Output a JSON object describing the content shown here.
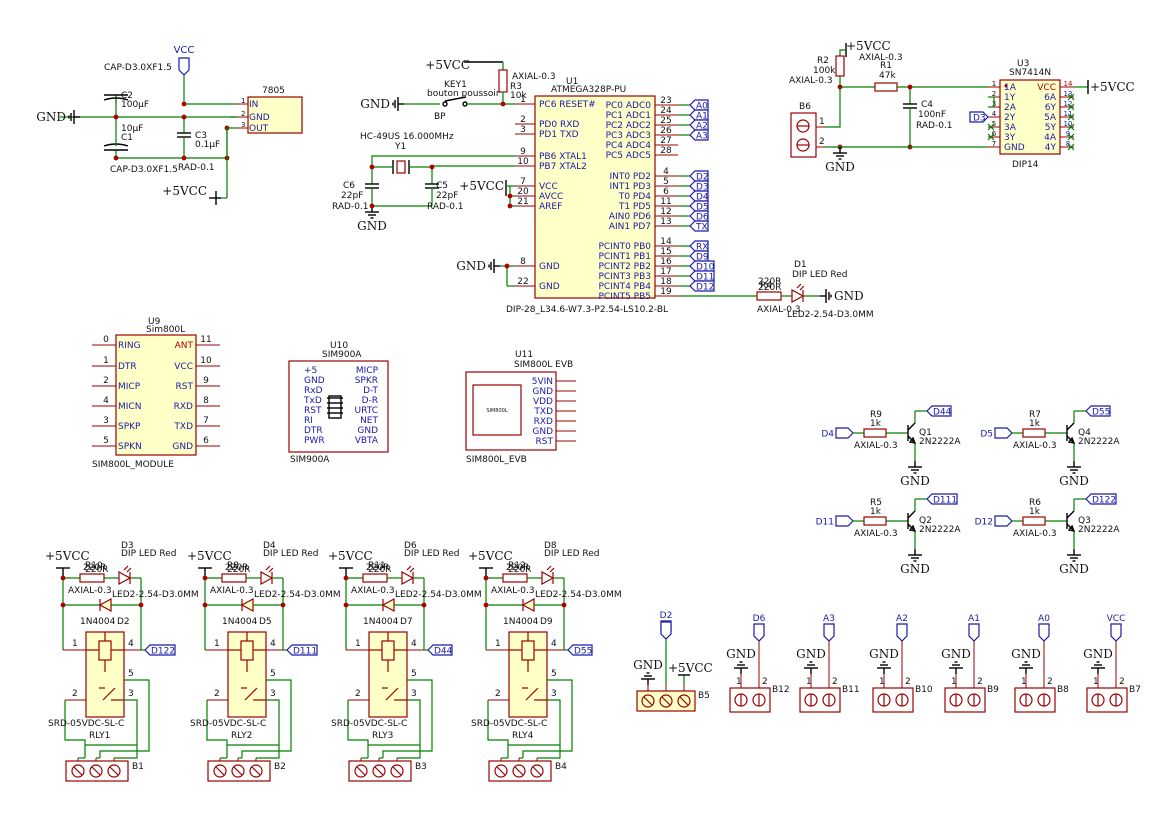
{
  "net": {
    "vcc": "VCC",
    "gnd": "GND",
    "p5": "+5VCC"
  },
  "psu": {
    "c2_ref": "C2",
    "c2_val": "100µF",
    "c1_ref": "C1",
    "c1_val": "10µF",
    "c3_ref": "C3",
    "c3_val": "0.1µF",
    "c3_fp": "RAD-0.1",
    "cap_fp": "CAP-D3.0XF1.5",
    "reg_ref": "7805",
    "reg_pins": [
      "IN",
      "GND",
      "OUT"
    ],
    "reg_nums": [
      "1",
      "2",
      "3"
    ]
  },
  "mcu": {
    "ref": "U1",
    "name": "ATMEGA328P-PU",
    "fp": "DIP-28_L34.6-W7.3-P2.54-LS10.2-BL",
    "left": [
      {
        "n": "1",
        "t": "PC6 RESET#"
      },
      {
        "n": "2",
        "t": "PD0 RXD"
      },
      {
        "n": "3",
        "t": "PD1 TXD"
      },
      {
        "n": "9",
        "t": "PB6 XTAL1"
      },
      {
        "n": "10",
        "t": "PB7 XTAL2"
      },
      {
        "n": "7",
        "t": "VCC"
      },
      {
        "n": "20",
        "t": "AVCC"
      },
      {
        "n": "21",
        "t": "AREF"
      },
      {
        "n": "8",
        "t": "GND"
      },
      {
        "n": "22",
        "t": "GND"
      }
    ],
    "right": [
      {
        "n": "23",
        "t": "PC0 ADC0",
        "net": "A0"
      },
      {
        "n": "24",
        "t": "PC1 ADC1",
        "net": "A1"
      },
      {
        "n": "25",
        "t": "PC2 ADC2",
        "net": "A2"
      },
      {
        "n": "26",
        "t": "PC3 ADC3",
        "net": "A3"
      },
      {
        "n": "27",
        "t": "PC4 ADC4",
        "net": ""
      },
      {
        "n": "28",
        "t": "PC5 ADC5",
        "net": ""
      },
      {
        "n": "4",
        "t": "INT0 PD2",
        "net": "D2"
      },
      {
        "n": "5",
        "t": "INT1 PD3",
        "net": "D3"
      },
      {
        "n": "6",
        "t": "T0 PD4",
        "net": "D4"
      },
      {
        "n": "11",
        "t": "T1 PD5",
        "net": "D5"
      },
      {
        "n": "12",
        "t": "AIN0 PD6",
        "net": "D6"
      },
      {
        "n": "13",
        "t": "AIN1 PD7",
        "net": "TX"
      },
      {
        "n": "14",
        "t": "PCINT0 PB0",
        "net": "RX"
      },
      {
        "n": "15",
        "t": "PCINT1 PB1",
        "net": "D9"
      },
      {
        "n": "16",
        "t": "PCINT2 PB2",
        "net": "D10"
      },
      {
        "n": "17",
        "t": "PCINT3 PB3",
        "net": "D11"
      },
      {
        "n": "18",
        "t": "PCINT4 PB4",
        "net": "D12"
      },
      {
        "n": "19",
        "t": "PCINT5 PB5",
        "net": ""
      }
    ],
    "key_ref": "KEY1",
    "key_val": "bouton poussoir",
    "key_lbl": "BP",
    "r3_fp": "AXIAL-0.3",
    "r3_ref": "R3",
    "r3_val": "10k",
    "y1_ref": "Y1",
    "y1_val": "HC-49US 16.000MHz",
    "c6_ref": "C6",
    "c6_val": "22pF",
    "c6_fp": "RAD-0.1",
    "c5_ref": "C5",
    "c5_val": "22pF",
    "c5_fp": "RAD-0.1",
    "r4_ref": "R4",
    "r4_val": "220R",
    "r4_fp": "AXIAL-0.3",
    "d1_ref": "D1",
    "d1_val": "DIP LED Red",
    "d1_fp": "LED2-2.54-D3.0MM"
  },
  "inv": {
    "ref": "U3",
    "name": "SN7414N",
    "fp": "DIP14",
    "r2_ref": "R2",
    "r2_val": "100k",
    "r2_fp": "AXIAL-0.3",
    "r1_ref": "R1",
    "r1_val": "47k",
    "r1_fp": "AXIAL-0.3",
    "c4_ref": "C4",
    "c4_val": "100nF",
    "c4_fp": "RAD-0.1",
    "b6_ref": "B6",
    "d3": "D3",
    "pins_l": [
      {
        "n": "1",
        "t": "1A"
      },
      {
        "n": "2",
        "t": "1Y"
      },
      {
        "n": "3",
        "t": "2A"
      },
      {
        "n": "4",
        "t": "2Y"
      },
      {
        "n": "5",
        "t": "3A"
      },
      {
        "n": "6",
        "t": "3Y"
      },
      {
        "n": "7",
        "t": "GND"
      }
    ],
    "pins_r": [
      {
        "n": "14",
        "t": "VCC"
      },
      {
        "n": "13",
        "t": "6A"
      },
      {
        "n": "12",
        "t": "6Y"
      },
      {
        "n": "11",
        "t": "5A"
      },
      {
        "n": "10",
        "t": "5Y"
      },
      {
        "n": "9",
        "t": "4A"
      },
      {
        "n": "8",
        "t": "4Y"
      }
    ],
    "b6_pins": [
      "1",
      "2"
    ]
  },
  "u9": {
    "ref": "U9",
    "name": "Sim800L",
    "foot": "SIM800L_MODULE",
    "left": [
      {
        "n": "0",
        "t": "RING"
      },
      {
        "n": "1",
        "t": "DTR"
      },
      {
        "n": "2",
        "t": "MICP"
      },
      {
        "n": "4",
        "t": "MICN"
      },
      {
        "n": "3",
        "t": "SPKP"
      },
      {
        "n": "5",
        "t": "SPKN"
      }
    ],
    "right": [
      {
        "n": "11",
        "t": "ANT"
      },
      {
        "n": "10",
        "t": "VCC"
      },
      {
        "n": "9",
        "t": "RST"
      },
      {
        "n": "8",
        "t": "RXD"
      },
      {
        "n": "7",
        "t": "TXD"
      },
      {
        "n": "6",
        "t": "GND"
      }
    ]
  },
  "u10": {
    "ref": "U10",
    "name": "SIM900A",
    "foot": "SIM900A",
    "left": [
      "+5",
      "GND",
      "RxD",
      "TxD",
      "RST",
      "RI",
      "DTR",
      "PWR"
    ],
    "right": [
      "MICP",
      "SPKR",
      "D-T",
      "D-R",
      "URTC",
      "NET",
      "GND",
      "VBTA"
    ]
  },
  "u11": {
    "ref": "U11",
    "name": "SIM800L EVB",
    "foot": "SIM800L_EVB",
    "chip": "SIM800L",
    "pins": [
      "5VIN",
      "GND",
      "VDD",
      "TXD",
      "RXD",
      "GND",
      "RST"
    ]
  },
  "trans": [
    {
      "rref": "R9",
      "rval": "1k",
      "rfp": "AXIAL-0.3",
      "qref": "Q1",
      "qval": "2N2222A",
      "in": "D4",
      "out": "D44"
    },
    {
      "rref": "R7",
      "rval": "1k",
      "rfp": "AXIAL-0.3",
      "qref": "Q4",
      "qval": "2N2222A",
      "in": "D5",
      "out": "D55"
    },
    {
      "rref": "R5",
      "rval": "1k",
      "rfp": "AXIAL-0.3",
      "qref": "Q2",
      "qval": "2N2222A",
      "in": "D11",
      "out": "D111"
    },
    {
      "rref": "R6",
      "rval": "1k",
      "rfp": "AXIAL-0.3",
      "qref": "Q3",
      "qval": "2N2222A",
      "in": "D12",
      "out": "D122"
    }
  ],
  "relays": [
    {
      "rref": "R10",
      "dref": "D3",
      "dfr": "D2",
      "ctl": "D122",
      "rly": "RLY1",
      "b": "B1"
    },
    {
      "rref": "R8",
      "dref": "D4",
      "dfr": "D5",
      "ctl": "D111",
      "rly": "RLY2",
      "b": "B2"
    },
    {
      "rref": "R11",
      "dref": "D6",
      "dfr": "D7",
      "ctl": "D44",
      "rly": "RLY3",
      "b": "B3"
    },
    {
      "rref": "R12",
      "dref": "D8",
      "dfr": "D9",
      "ctl": "D55",
      "rly": "RLY4",
      "b": "B4"
    }
  ],
  "relay_common": {
    "rval": "220R",
    "rfp": "AXIAL-0.3",
    "dval": "DIP LED Red",
    "dfp": "LED2-2.54-D3.0MM",
    "dfrval": "1N4004",
    "rlyval": "SRD-05VDC-SL-C",
    "pins": [
      "1",
      "4",
      "2",
      "5",
      "3"
    ]
  },
  "b5": {
    "ref": "B5",
    "net": "D2"
  },
  "conns": [
    {
      "ref": "B12",
      "net": "D6"
    },
    {
      "ref": "B11",
      "net": "A3"
    },
    {
      "ref": "B10",
      "net": "A2"
    },
    {
      "ref": "B9",
      "net": "A1"
    },
    {
      "ref": "B8",
      "net": "A0"
    },
    {
      "ref": "B7",
      "net": "VCC"
    }
  ],
  "conn_pins": [
    "1",
    "2"
  ]
}
